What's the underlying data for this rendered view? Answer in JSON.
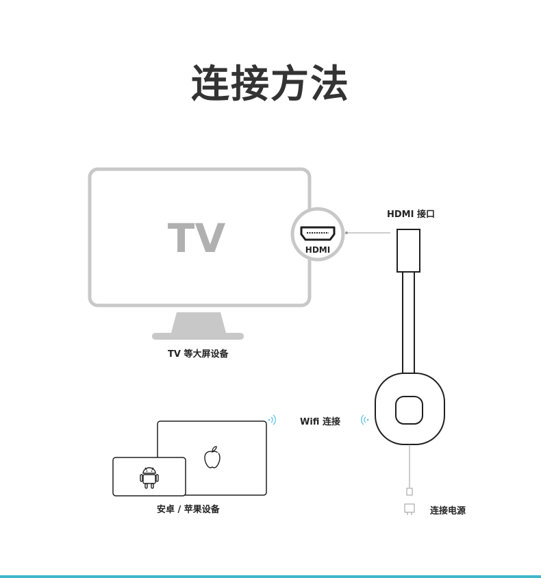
{
  "title": "连接方法",
  "tv": {
    "screen_text": "TV",
    "caption": "TV 等大屏设备"
  },
  "hdmi": {
    "badge_text": "HDMI",
    "port_label": "HDMI 接口"
  },
  "wifi": {
    "label": "Wifi 连接"
  },
  "power": {
    "label": "连接电源"
  },
  "devices": {
    "caption": "安卓 / 苹果设备"
  },
  "icons": {
    "hdmi_port": "hdmi-port-icon",
    "apple": "apple-logo-icon",
    "android": "android-robot-icon",
    "wifi": "wifi-signal-icon",
    "power": "power-plug-icon"
  },
  "colors": {
    "title": "#333333",
    "tv_frame": "#c8c8c8",
    "tv_text": "#b0b0b0",
    "line": "#1e1e1e",
    "wifi_signal": "#5cc3e8",
    "bottom_bar": "#3fb7c9"
  }
}
